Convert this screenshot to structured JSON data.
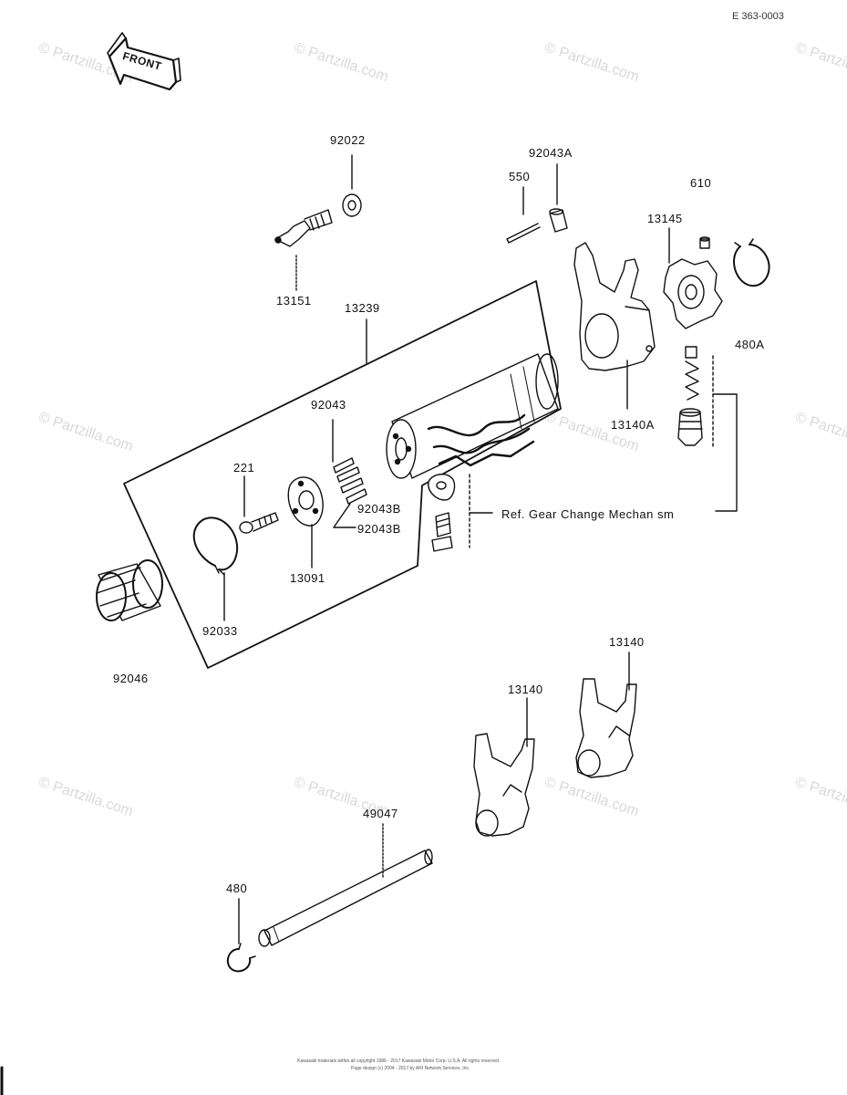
{
  "diagram": {
    "page_code": "E  363-0003",
    "front_label": "FRONT",
    "watermark_text": "© Partzilla.com",
    "part_labels": {
      "p92022": "92022",
      "p13151": "13151",
      "p13239": "13239",
      "p550": "550",
      "p92043A": "92043A",
      "p610": "610",
      "p13145": "13145",
      "p480A": "480A",
      "p13140A": "13140A",
      "p92043": "92043",
      "p221": "221",
      "p92043B_1": "92043B",
      "p92043B_2": "92043B",
      "p13091": "13091",
      "p92033": "92033",
      "p92046": "92046",
      "p13140_a": "13140",
      "p13140_b": "13140",
      "p49047": "49047",
      "p480": "480"
    },
    "ref_label": "Ref.  Gear Change Mechan sm",
    "footer_line1": "Kawasaki materials within all copyright 1986 - 2017  Kawasaki Motor Corp. U.S.A.  All rights reserved.",
    "footer_line2": "Page design (c) 2004 - 2017 by ARI Network Services, Inc."
  }
}
